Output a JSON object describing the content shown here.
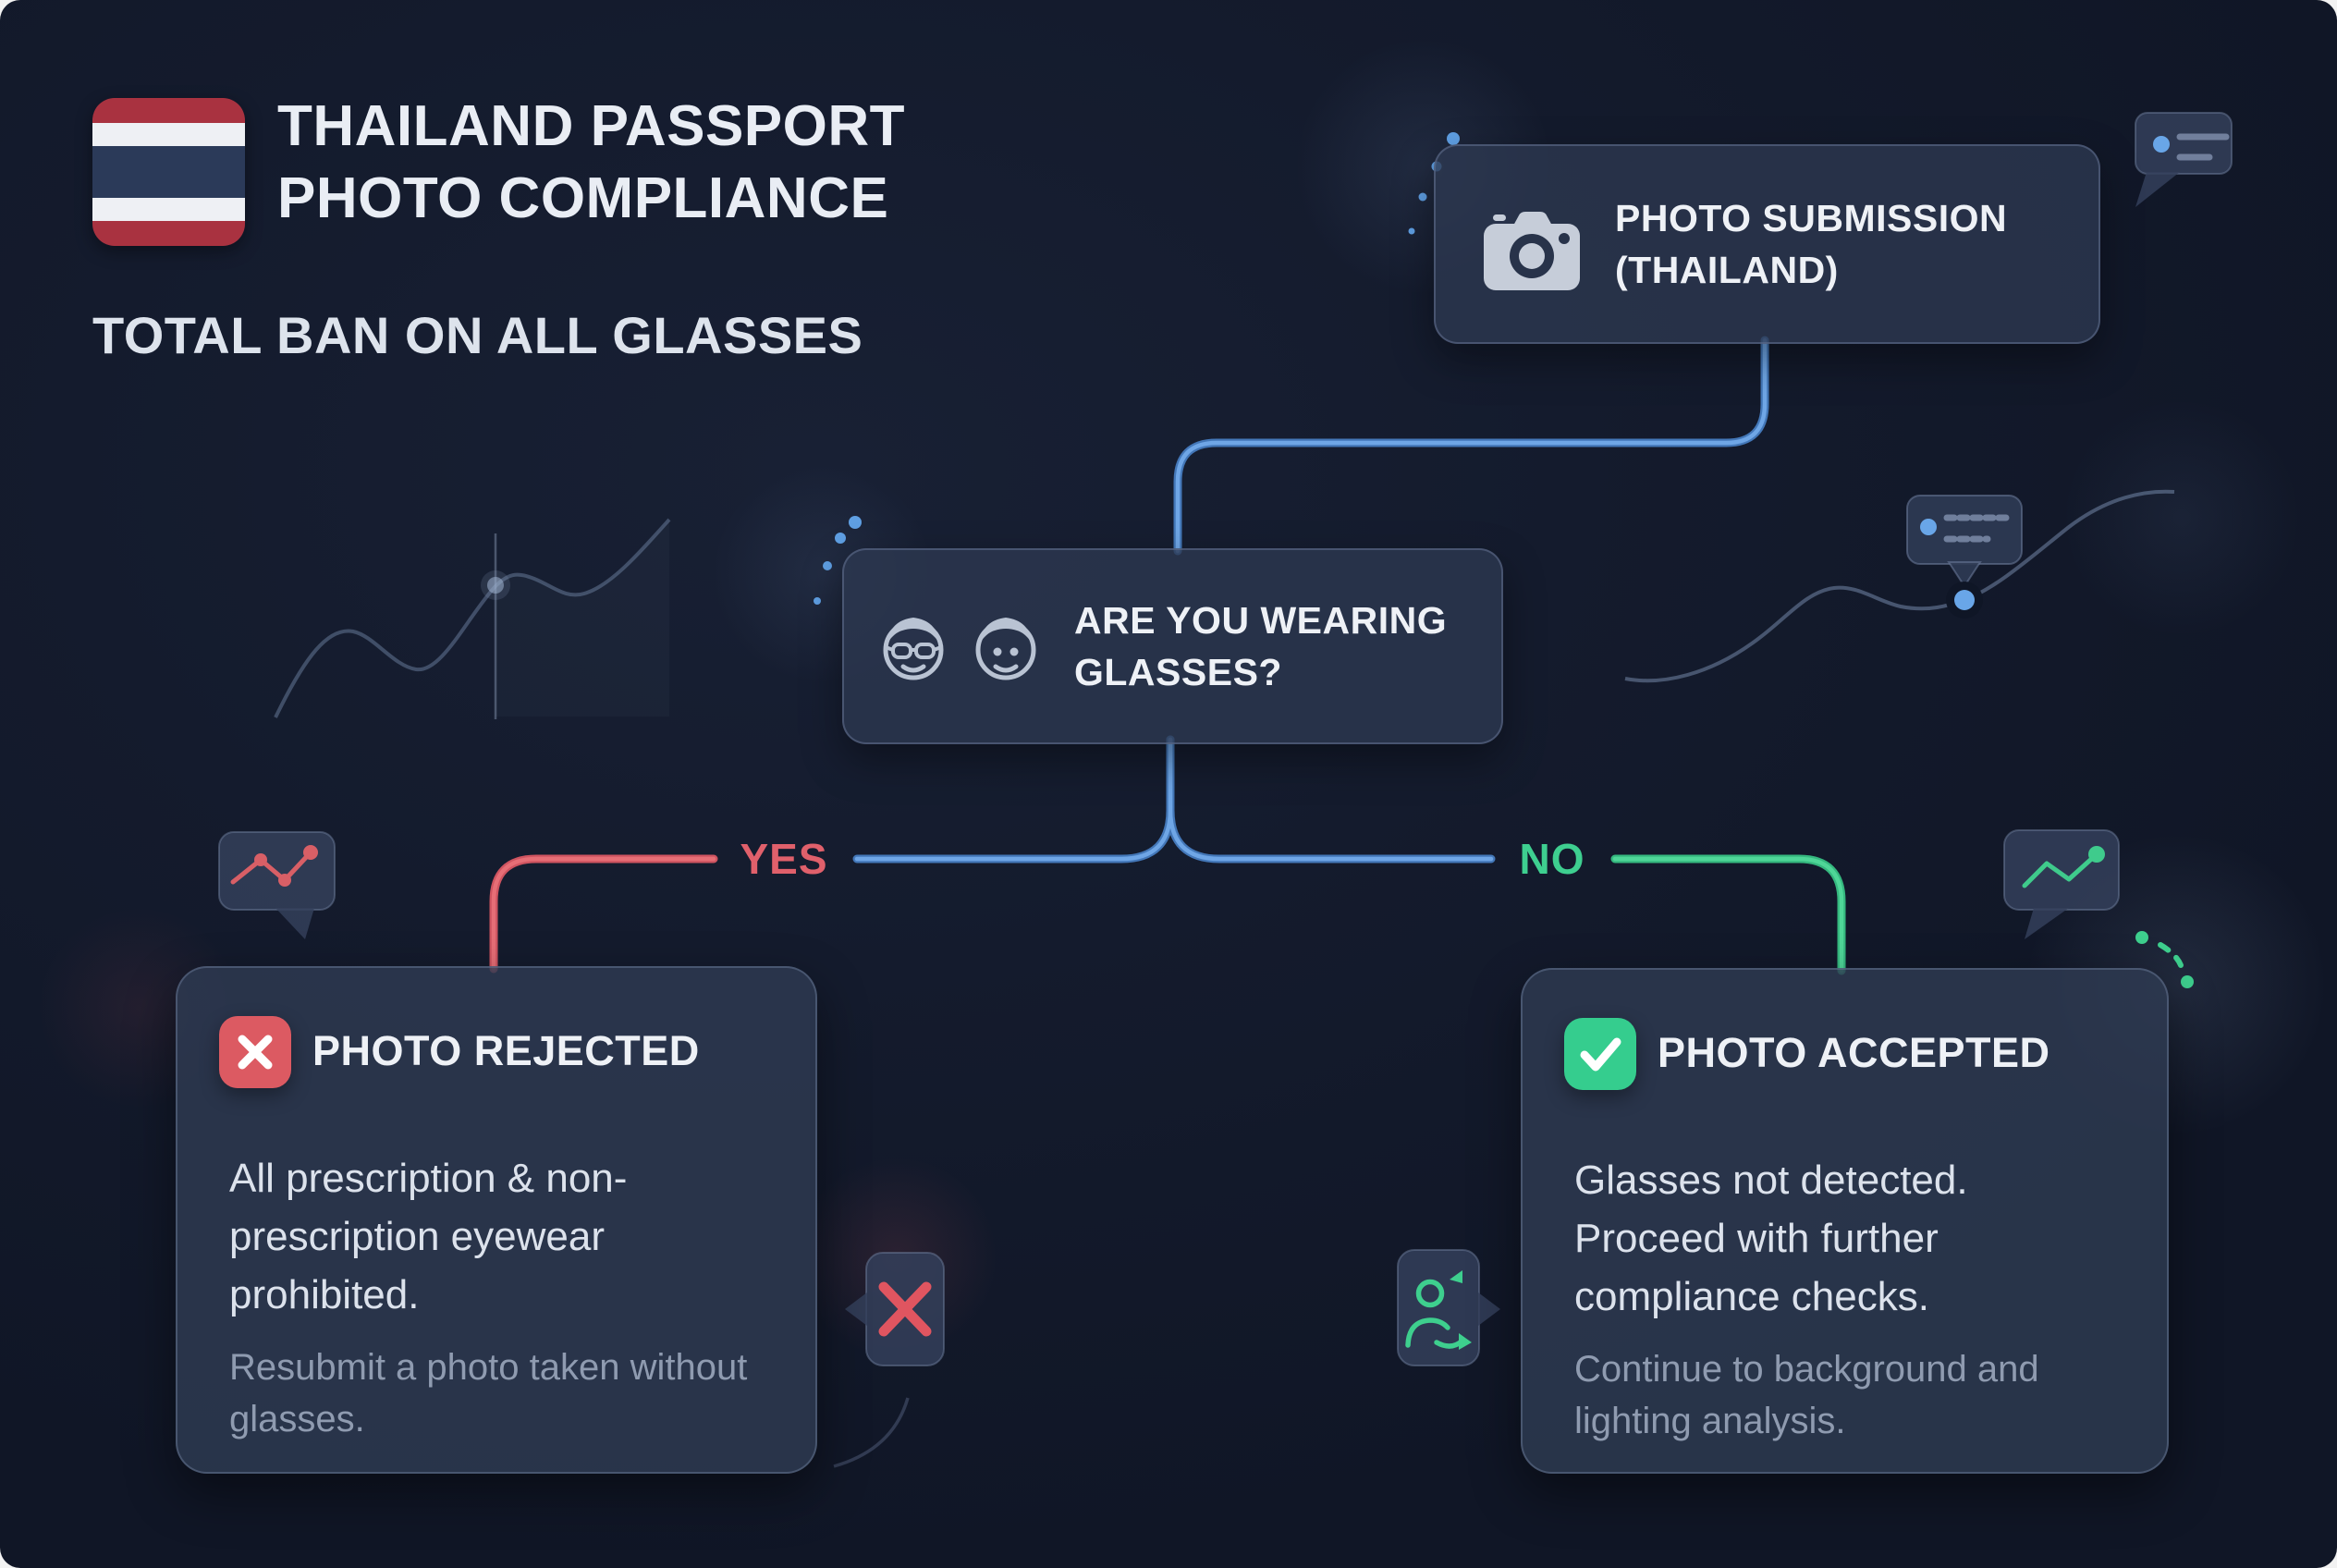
{
  "header": {
    "title_line1": "THAILAND PASSPORT",
    "title_line2": "PHOTO COMPLIANCE",
    "subtitle": "TOTAL BAN ON ALL GLASSES"
  },
  "flow": {
    "start": {
      "label": "PHOTO SUBMISSION (THAILAND)"
    },
    "question": {
      "label": "ARE YOU WEARING GLASSES?"
    },
    "branch_yes": {
      "label": "YES"
    },
    "branch_no": {
      "label": "NO"
    },
    "rejected": {
      "title": "PHOTO REJECTED",
      "body": "All prescription & non-prescription eyewear prohibited.",
      "note": "Resubmit a photo taken without glasses."
    },
    "accepted": {
      "title": "PHOTO ACCEPTED",
      "body": "Glasses not detected. Proceed with further compliance checks.",
      "note": "Continue to background and lighting analysis."
    }
  },
  "icons": {
    "flag": "thailand-flag-icon",
    "start": "camera-icon",
    "question_left": "face-with-glasses-icon",
    "question_right": "face-without-glasses-icon",
    "rejected": "x-icon",
    "accepted": "check-icon",
    "decor": [
      "chat-bubble-icon",
      "line-chart-icon",
      "person-sync-icon",
      "dotted-arc-icon",
      "tooltip-icon"
    ]
  },
  "colors": {
    "background": "#141b2d",
    "card": "#2e3a52",
    "card_border": "#4b5871",
    "accent_blue": "#5e9ce1",
    "accent_red": "#de5c66",
    "accent_green": "#3ecf8e",
    "text_primary": "#e9edf4",
    "text_muted": "#8f9bb0",
    "flag_red": "#a93240",
    "flag_navy": "#2b3a59",
    "flag_white": "#eef0f4"
  }
}
